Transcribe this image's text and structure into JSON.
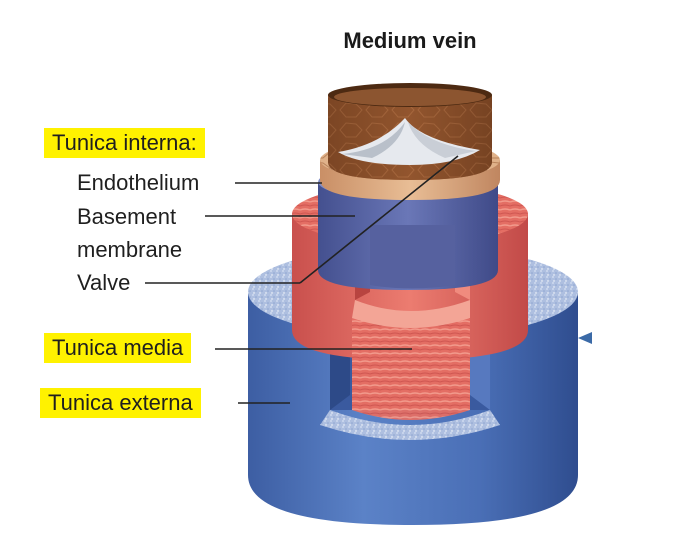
{
  "title": "Medium vein",
  "labels": {
    "tunica_interna": "Tunica interna:",
    "endothelium": "Endothelium",
    "basement_line1": "Basement",
    "basement_line2": "membrane",
    "valve": "Valve",
    "tunica_media": "Tunica media",
    "tunica_externa": "Tunica externa"
  },
  "colors": {
    "highlight": "#fff200",
    "externa": "#4a6fb6",
    "media": "#e0665f",
    "basement": "#5a66a8",
    "endothelium": "#d9a77e",
    "lumen": "#8a4f2a",
    "leader": "#222222"
  }
}
